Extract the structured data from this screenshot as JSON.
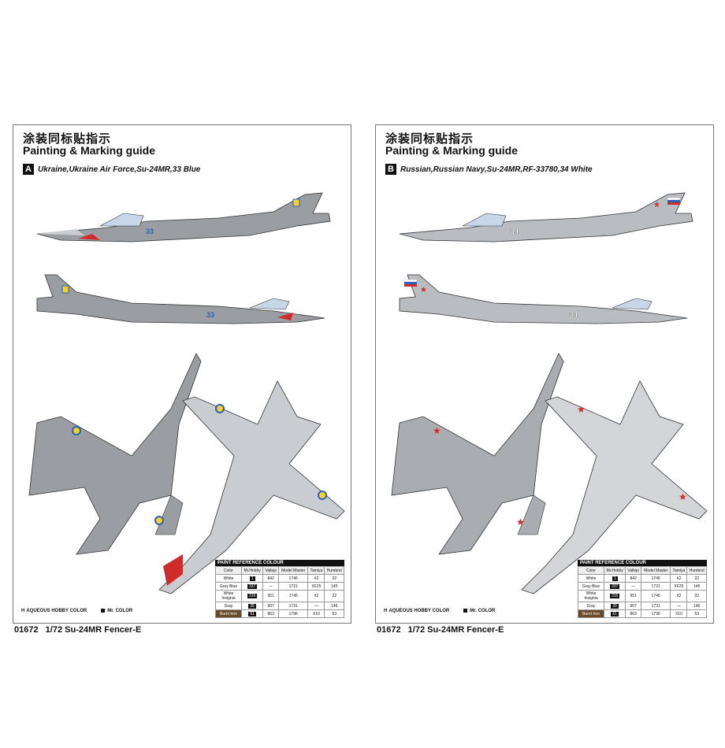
{
  "sheets": [
    {
      "title_cn": "涂装同标贴指示",
      "title_en": "Painting & Marking guide",
      "scheme_letter": "A",
      "scheme_name": "Ukraine,Ukraine Air Force,Su-24MR,33 Blue",
      "tail_number": "33"
    },
    {
      "title_cn": "涂装同标贴指示",
      "title_en": "Painting & Marking guide",
      "scheme_letter": "B",
      "scheme_name": "Russian,Russian Navy,Su-24MR,RF-33780,34 White",
      "tail_number": "34"
    }
  ],
  "paint_table": {
    "caption": "PAINT  REFERENCE COLOUR",
    "headers": [
      "Color",
      "Mr.Hobby",
      "Vallejo",
      "Model Master",
      "Tamiya",
      "Humbrol"
    ],
    "rows": [
      {
        "color": "White",
        "hobby": "1",
        "vallejo": "842",
        "mm": "1745",
        "tamiya": "X2",
        "humbrol": "22"
      },
      {
        "color": "Gray Blue",
        "hobby": "337",
        "vallejo": "—",
        "mm": "1721",
        "tamiya": "XF25",
        "humbrol": "145"
      },
      {
        "color": "White Insignia",
        "hobby": "316",
        "vallejo": "951",
        "mm": "1745",
        "tamiya": "X2",
        "humbrol": "22"
      },
      {
        "color": "Gray",
        "hobby": "35",
        "vallejo": "907",
        "mm": "1731",
        "tamiya": "—",
        "humbrol": "146"
      },
      {
        "color": "Burnt Iron",
        "hobby": "61",
        "vallejo": "863",
        "mm": "1796",
        "tamiya": "X10",
        "humbrol": "53"
      }
    ]
  },
  "legend": {
    "aqueous_prefix": "H",
    "aqueous_label": "AQUEOUS HOBBY COLOR",
    "mr_label": "Mr. COLOR"
  },
  "footer": {
    "code": "01672",
    "kit_name": "1/72 Su-24MR Fencer-E"
  },
  "colors": {
    "aircraft_gray": "#9a9ea3",
    "aircraft_light": "#c9ccd0",
    "ukraine_blue": "#2b63b8",
    "ukraine_yellow": "#f2d22b",
    "russian_red": "#d12a2a",
    "burnt_iron": "#6b4a2a"
  }
}
